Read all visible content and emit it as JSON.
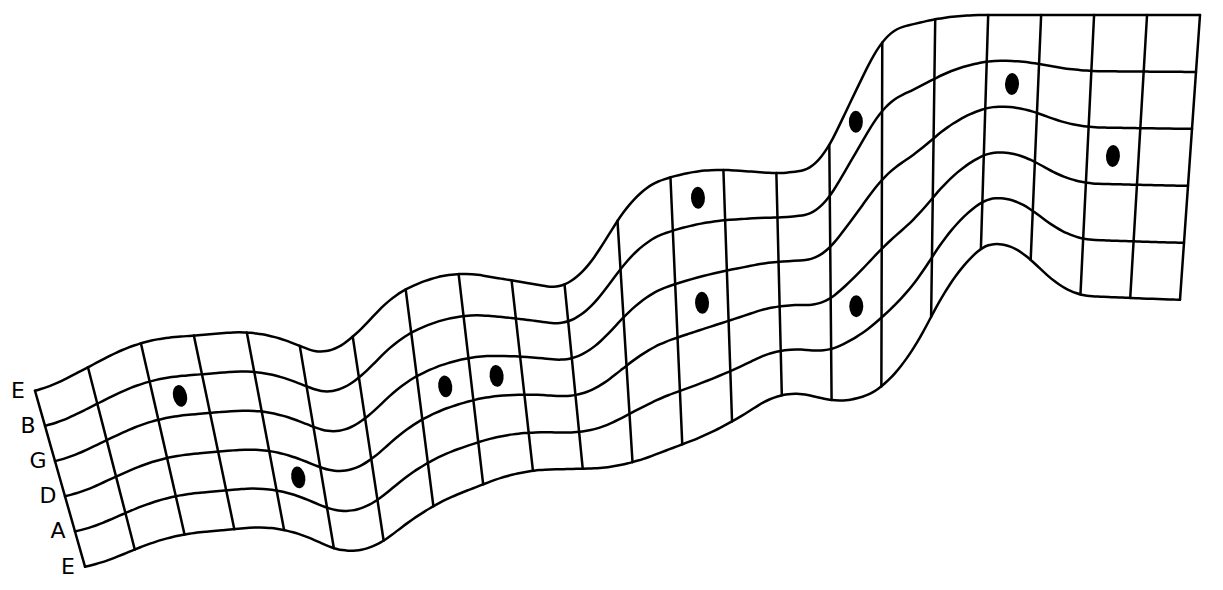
{
  "diagram": {
    "labels": [
      "E",
      "B",
      "G",
      "D",
      "A",
      "E"
    ]
  }
}
